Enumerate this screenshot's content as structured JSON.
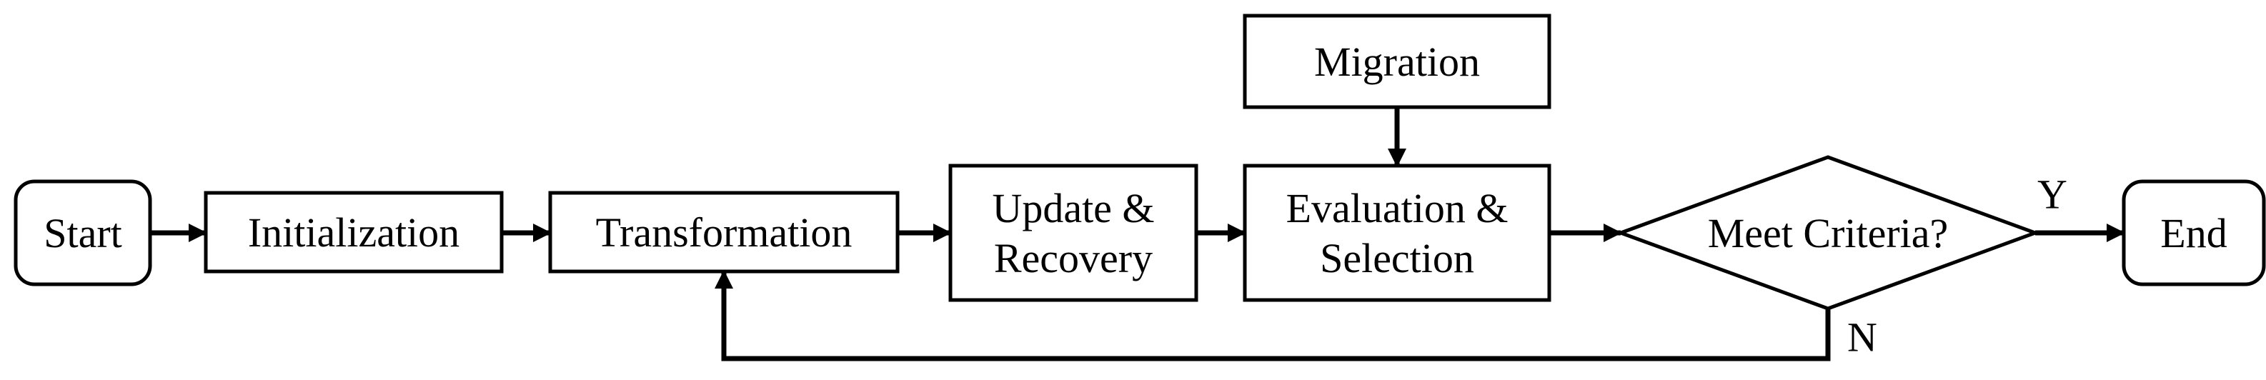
{
  "diagram": {
    "nodes": [
      {
        "id": "start",
        "label": "Start",
        "shape": "rounded-rect"
      },
      {
        "id": "init",
        "label": "Initialization",
        "shape": "rect"
      },
      {
        "id": "trans",
        "label": "Transformation",
        "shape": "rect"
      },
      {
        "id": "update",
        "label": "Update &\nRecovery",
        "shape": "rect"
      },
      {
        "id": "eval",
        "label": "Evaluation &\nSelection",
        "shape": "rect"
      },
      {
        "id": "migr",
        "label": "Migration",
        "shape": "rect"
      },
      {
        "id": "meet",
        "label": "Meet Criteria?",
        "shape": "diamond"
      },
      {
        "id": "end",
        "label": "End",
        "shape": "rounded-rect"
      }
    ],
    "edges": [
      {
        "from": "start",
        "to": "init",
        "label": ""
      },
      {
        "from": "init",
        "to": "trans",
        "label": ""
      },
      {
        "from": "trans",
        "to": "update",
        "label": ""
      },
      {
        "from": "update",
        "to": "eval",
        "label": ""
      },
      {
        "from": "migr",
        "to": "eval",
        "label": ""
      },
      {
        "from": "eval",
        "to": "meet",
        "label": ""
      },
      {
        "from": "meet",
        "to": "end",
        "label": "Y"
      },
      {
        "from": "meet",
        "to": "trans",
        "label": "N"
      }
    ],
    "colors": {
      "stroke": "#000000",
      "fill": "#ffffff",
      "text": "#000000"
    }
  }
}
